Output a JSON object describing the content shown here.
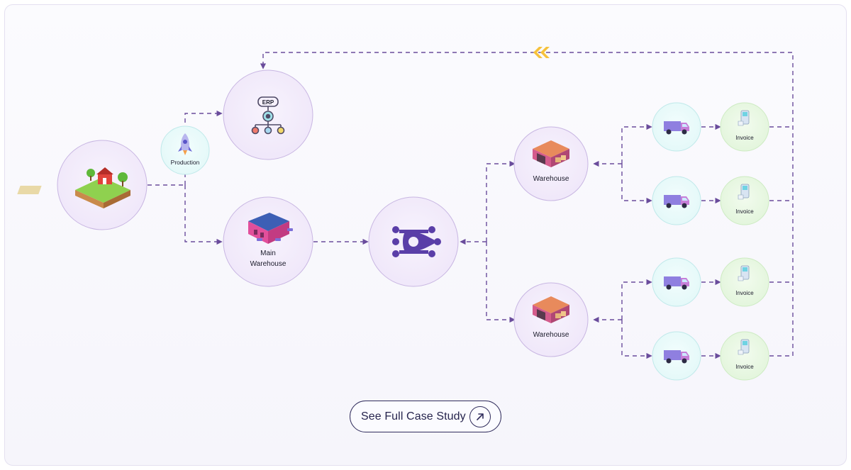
{
  "diagram": {
    "labels": {
      "production": "Production",
      "main_warehouse_line1": "Main",
      "main_warehouse_line2": "Warehouse",
      "warehouse_top": "Warehouse",
      "warehouse_bottom": "Warehouse",
      "invoice_1": "Invoice",
      "invoice_2": "Invoice",
      "invoice_3": "Invoice",
      "invoice_4": "Invoice",
      "erp_badge": "ERP"
    },
    "icons": {
      "farm": "farm-island-icon",
      "production": "rocket-icon",
      "erp": "erp-gear-icon",
      "main_warehouse": "factory-icon",
      "hub": "network-hub-icon",
      "warehouse": "warehouse-icon",
      "van": "delivery-van-icon",
      "invoice": "invoice-terminal-icon",
      "return": "double-chevron-left-icon"
    },
    "colors": {
      "line": "#6a4c9c",
      "node_purple": "#f3edfb",
      "node_cyan": "#e9fbfb",
      "node_green": "#e9f8e4",
      "accent_chevron": "#f6c13c",
      "hub_icon": "#5a3ea8"
    }
  },
  "cta": {
    "label": "See Full Case Study",
    "icon": "arrow-up-right-icon"
  }
}
